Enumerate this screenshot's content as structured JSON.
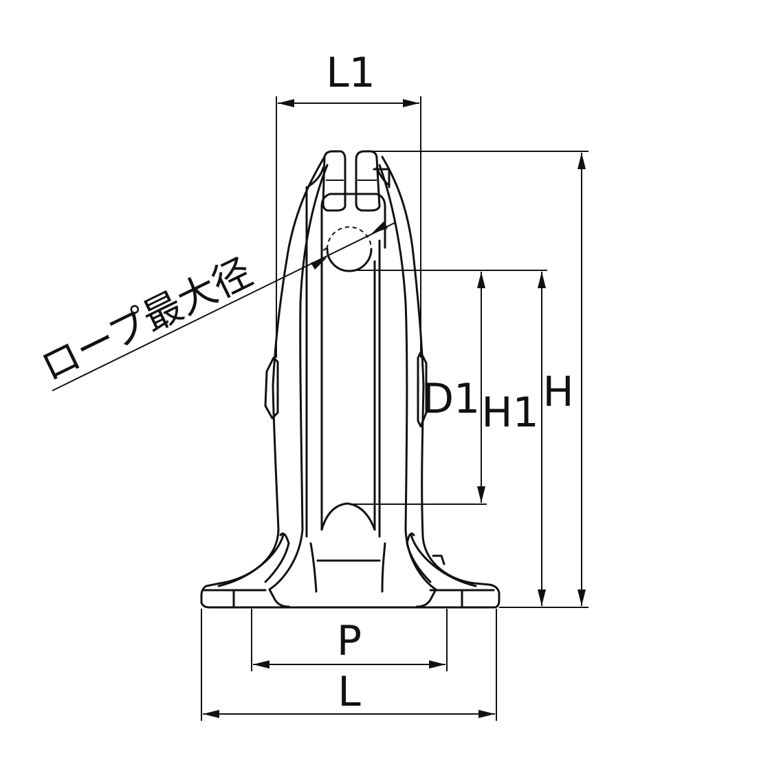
{
  "diagram": {
    "labels": {
      "L1": "L1",
      "H": "H",
      "H1": "H1",
      "D1": "D1",
      "P": "P",
      "L": "L",
      "rope": "ロープ最大径"
    }
  }
}
